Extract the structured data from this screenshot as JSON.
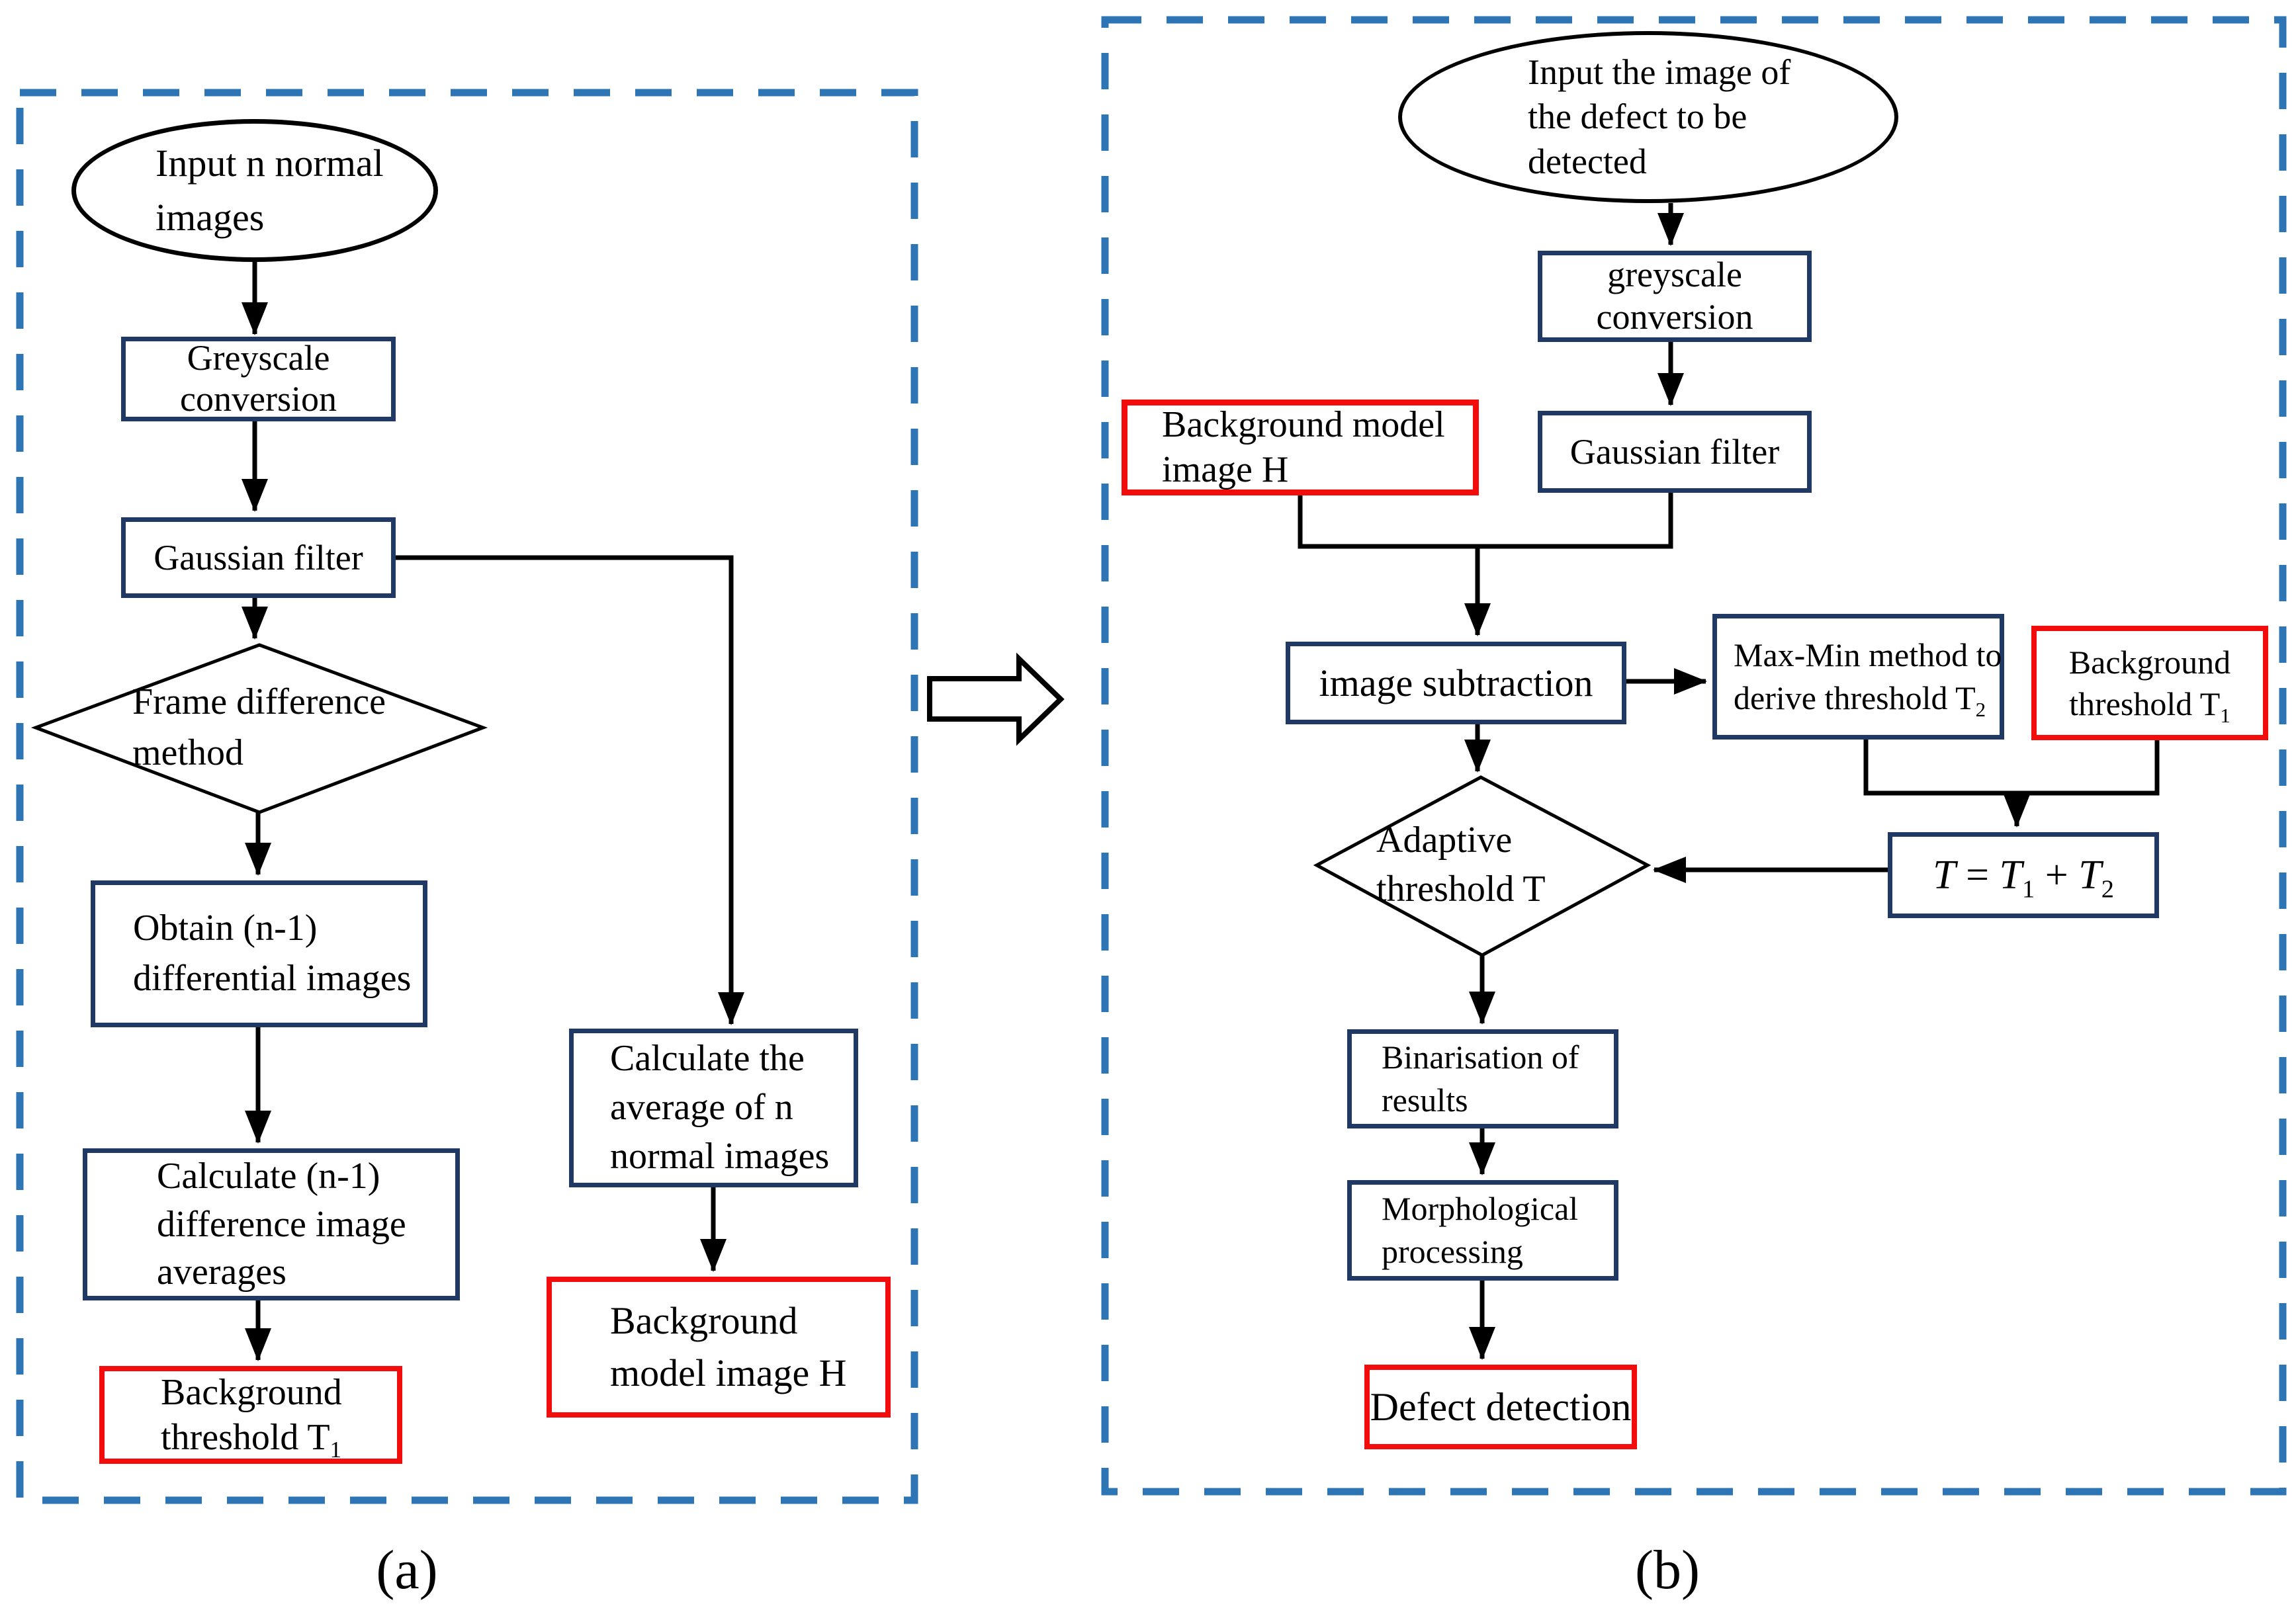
{
  "figure": {
    "panel_a": {
      "caption": "(a)",
      "input_ellipse": {
        "line1": "Input n normal",
        "line2": "images"
      },
      "greyscale_box": {
        "line1": "Greyscale",
        "line2": "conversion"
      },
      "gaussian_box": {
        "label": "Gaussian filter"
      },
      "frame_diff_diamond": {
        "line1": "Frame difference",
        "line2": "method"
      },
      "obtain_box": {
        "line1": "Obtain (n-1)",
        "line2": "differential images"
      },
      "calc_diff_box": {
        "line1": "Calculate (n-1)",
        "line2": "difference image",
        "line3": "averages"
      },
      "bg_threshold_box": {
        "line1": "Background",
        "line2_text": "threshold T",
        "line2_sub": "1"
      },
      "calc_avg_box": {
        "line1": "Calculate the",
        "line2": "average of n",
        "line3": "normal images"
      },
      "bg_model_box": {
        "line1": "Background",
        "line2": "model image H"
      }
    },
    "panel_b": {
      "caption": "(b)",
      "input_ellipse": {
        "line1": "Input the image of",
        "line2": "the defect to be",
        "line3": "detected"
      },
      "greyscale_box": {
        "line1": "greyscale",
        "line2": "conversion"
      },
      "gaussian_box": {
        "label": "Gaussian filter"
      },
      "bg_model_box": {
        "line1": "Background model",
        "line2": "image H"
      },
      "subtraction_box": {
        "label": "image subtraction"
      },
      "maxmin_box": {
        "line1": "Max-Min method to",
        "line2_text": "derive threshold T",
        "line2_sub": "2"
      },
      "bg_threshold_box": {
        "line1": "Background",
        "line2_text": "threshold T",
        "line2_sub": "1"
      },
      "equation_box": {
        "t": "T",
        "eq": " = ",
        "t1": "T",
        "t1_sub": "1",
        "plus": " + ",
        "t2": "T",
        "t2_sub": "2"
      },
      "adaptive_diamond": {
        "line1": "Adaptive",
        "line2": "threshold T"
      },
      "binarisation_box": {
        "line1": "Binarisation of",
        "line2": "results"
      },
      "morphological_box": {
        "line1": "Morphological",
        "line2": "processing"
      },
      "defect_box": {
        "label": "Defect detection"
      }
    },
    "colors": {
      "dashed_border": "#2e75b6",
      "box_border": "#1f3864",
      "highlight_border": "#f20c0c",
      "connector": "#000000"
    }
  }
}
